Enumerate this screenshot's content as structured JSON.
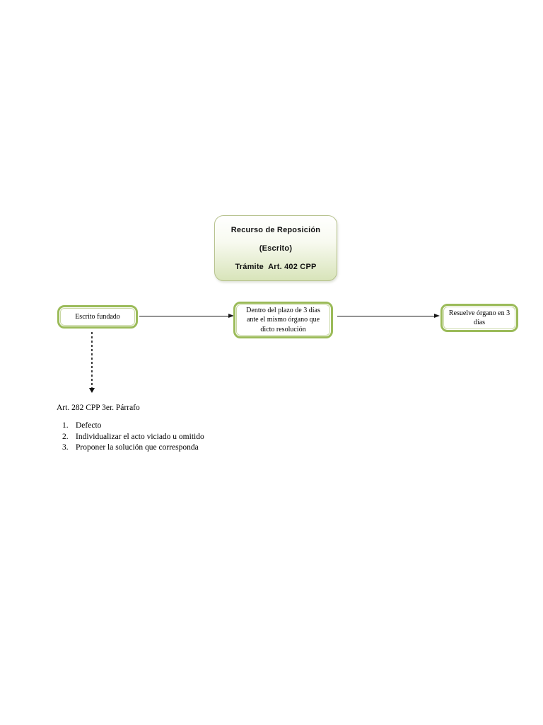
{
  "title_box": {
    "lines": [
      "Recurso de Reposición",
      "(Escrito)",
      "Trámite  Art. 402 CPP"
    ]
  },
  "flow_steps": [
    {
      "id": "step-1",
      "lines": [
        "Escrito fundado"
      ]
    },
    {
      "id": "step-2",
      "lines": [
        "Dentro del plazo de 3 días",
        "ante el mismo órgano que",
        "dicto resolución"
      ]
    },
    {
      "id": "step-3",
      "lines": [
        "Resuelve órgano en 3",
        "días"
      ]
    }
  ],
  "connectors": [
    {
      "type": "solid-arrow",
      "from": "step-1",
      "to": "step-2"
    },
    {
      "type": "solid-arrow",
      "from": "step-2",
      "to": "step-3"
    },
    {
      "type": "dashed-arrow",
      "from": "step-1",
      "to": "note"
    }
  ],
  "note": {
    "heading": "Art. 282 CPP 3er. Párrafo",
    "list": [
      {
        "number": "1.",
        "text": "Defecto"
      },
      {
        "number": "2.",
        "text": "Individualizar el acto viciado u omitido"
      },
      {
        "number": "3.",
        "text": "Proponer la solución que corresponda"
      }
    ]
  },
  "colors": {
    "page_background": "#ffffff",
    "flow_box_border_green": "#9bbb59",
    "flow_box_inner_line": "#c9d8a4",
    "title_gradient_top": "#ffffff",
    "title_gradient_bottom": "#d8e4ba",
    "title_border": "#b7c28e",
    "arrow_black": "#1a1a1a",
    "dashed_arrow_gray": "#3d3d3d",
    "text_color": "#000000"
  }
}
